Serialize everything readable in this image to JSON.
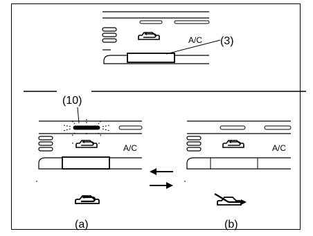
{
  "panel_top": {
    "ac_label": "A/C",
    "callout": "(3)"
  },
  "panel_left": {
    "ac_label": "A/C",
    "callout": "(10)",
    "caption": "(a)",
    "icon": "recirculation-icon"
  },
  "panel_right": {
    "ac_label": "A/C",
    "caption": "(b)",
    "icon": "fresh-air-icon"
  },
  "arrows": [
    "arrow-left-icon",
    "arrow-right-icon"
  ],
  "colors": {
    "line": "#000000",
    "background": "#ffffff"
  }
}
